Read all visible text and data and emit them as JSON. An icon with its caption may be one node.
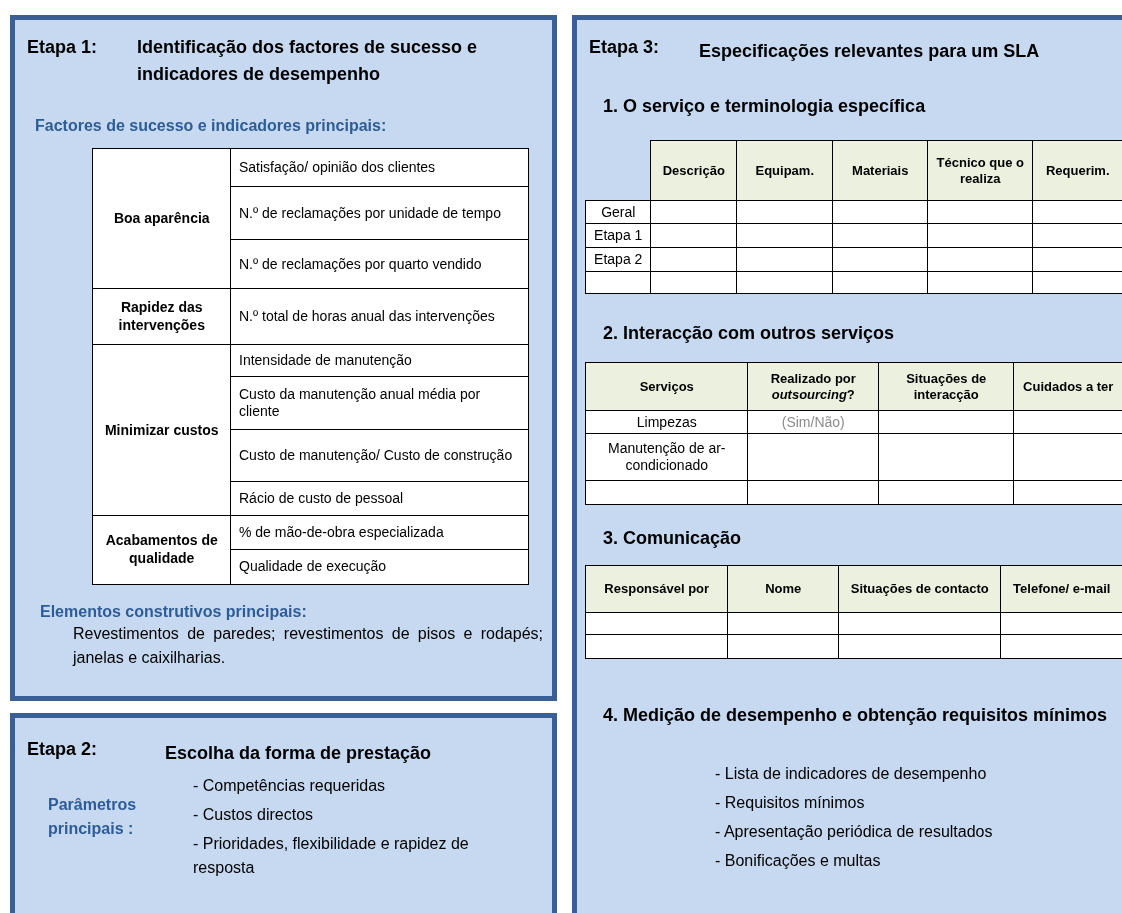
{
  "diagram": {
    "nodes": [
      {
        "text": [
          "Etapa 1:",
          "Identificação dos factores de sucesso e indicadores de desempenho",
          "Factores de sucesso e indicadores principais:",
          "Elementos construtivos principais:",
          "Revestimentos de paredes; revestimentos de pisos e rodapés; janelas e caixilharias."
        ]
      },
      {
        "text": [
          "Etapa 2:",
          "Escolha da forma de prestação",
          "Parâmetros principais :",
          "- Competências requeridas",
          "- Custos directos",
          "- Prioridades, flexibilidade e rapidez de resposta"
        ]
      },
      {
        "text": [
          "Etapa 3:",
          "Especificações relevantes para um SLA",
          "1. O serviço e terminologia específica",
          "2. Interacção com outros serviços",
          "3. Comunicação",
          "4. Medição de desempenho e obtenção requisitos mínimos",
          "- Lista de indicadores de desempenho",
          "- Requisitos mínimos",
          "- Apresentação periódica de resultados",
          "- Bonificações e multas"
        ]
      }
    ],
    "edges": [],
    "labels": [
      "Boa aparência",
      "Satisfação/ opinião dos clientes",
      "N.º de reclamações por unidade de tempo",
      "N.º de reclamações por quarto vendido",
      "Rapidez das intervenções",
      "N.º total de horas anual das intervenções",
      "Minimizar custos",
      "Intensidade de manutenção",
      "Custo da manutenção anual média por cliente",
      "Custo de manutenção/ Custo de construção",
      "Rácio de custo de pessoal",
      "Acabamentos de qualidade",
      "% de mão-de-obra especializada",
      "Qualidade de execução",
      "Descrição",
      "Equipam.",
      "Materiais",
      "Técnico que o realiza",
      "Requerim.",
      "Geral",
      "Etapa 1",
      "Etapa 2",
      "Serviços",
      "Realizado por *outsourcing*?",
      "Situações de interacção",
      "Cuidados a ter",
      "Limpezas",
      "(Sim/Não)",
      "Manutenção de ar-condicionado",
      "Responsável por",
      "Nome",
      "Situações de contacto",
      "Telefone/ e-mail"
    ]
  }
}
